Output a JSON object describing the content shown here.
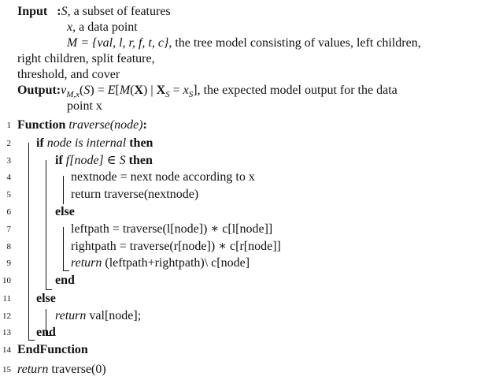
{
  "header": {
    "input_label": "Input",
    "input_colon": ":",
    "input_s_var": "S",
    "input_s_desc": ", a subset of features",
    "input_x_var": "x",
    "input_x_desc": ", a data point",
    "input_m_lhs": "M",
    "input_m_set": " = {val, l, r, f, t, c}",
    "input_m_desc": ", the tree model consisting of values, left children,",
    "input_m_cont1": "right children, split feature,",
    "input_m_cont2": "threshold, and cover",
    "output_label": "Output",
    "output_colon": ":",
    "output_formula": "v_{M,x}(S) = E[M(X) | X_S = x_S]",
    "output_desc": ", the expected model output for the data",
    "output_cont": "point x"
  },
  "lines": [
    {
      "num": "1",
      "parts": [
        {
          "t": "Function ",
          "s": "kw"
        },
        {
          "t": "traverse(node)",
          "s": "it"
        },
        {
          "t": ":",
          "s": "kw"
        }
      ]
    },
    {
      "num": "2",
      "parts": [
        {
          "t": "if ",
          "s": "kw"
        },
        {
          "t": "node is internal",
          "s": "it"
        },
        {
          "t": " then",
          "s": "kw"
        }
      ]
    },
    {
      "num": "3",
      "parts": [
        {
          "t": "if ",
          "s": "kw"
        },
        {
          "t": "f[node] ∈ S",
          "s": "it"
        },
        {
          "t": " then",
          "s": "kw"
        }
      ]
    },
    {
      "num": "4",
      "parts": [
        {
          "t": "nextnode = next node according to x",
          "s": ""
        }
      ]
    },
    {
      "num": "5",
      "parts": [
        {
          "t": "return traverse(nextnode)",
          "s": ""
        }
      ]
    },
    {
      "num": "6",
      "parts": [
        {
          "t": "else",
          "s": "kw"
        }
      ]
    },
    {
      "num": "7",
      "parts": [
        {
          "t": "leftpath = traverse(l[node]) ∗ c[l[node]]",
          "s": ""
        }
      ]
    },
    {
      "num": "8",
      "parts": [
        {
          "t": "rightpath = traverse(r[node]) ∗ c[r[node]]",
          "s": ""
        }
      ]
    },
    {
      "num": "9",
      "parts": [
        {
          "t": "return",
          "s": "it"
        },
        {
          "t": " (leftpath+rightpath)\\ c[node]",
          "s": ""
        }
      ]
    },
    {
      "num": "10",
      "parts": [
        {
          "t": "end",
          "s": "kw"
        }
      ]
    },
    {
      "num": "11",
      "parts": [
        {
          "t": "else",
          "s": "kw"
        }
      ]
    },
    {
      "num": "12",
      "parts": [
        {
          "t": "return",
          "s": "it"
        },
        {
          "t": " val[node];",
          "s": ""
        }
      ]
    },
    {
      "num": "13",
      "parts": [
        {
          "t": "end",
          "s": "kw"
        }
      ]
    },
    {
      "num": "14",
      "parts": [
        {
          "t": "EndFunction",
          "s": "kw"
        }
      ]
    },
    {
      "num": "15",
      "parts": [
        {
          "t": "return",
          "s": "it"
        },
        {
          "t": " traverse(0)",
          "s": ""
        }
      ]
    }
  ]
}
